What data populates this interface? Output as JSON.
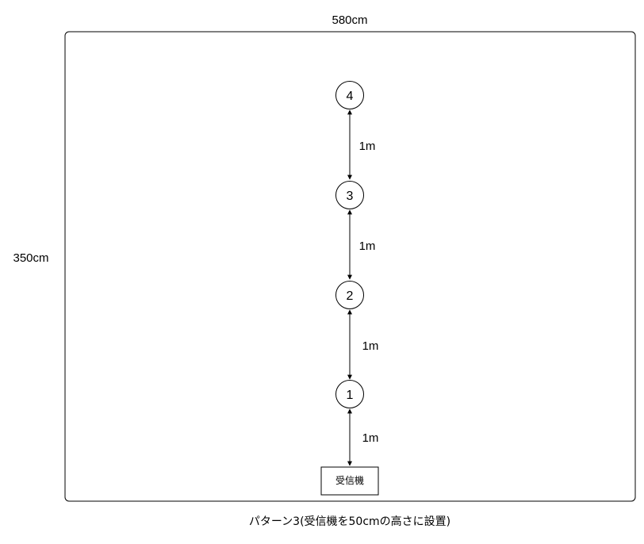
{
  "room": {
    "width_label": "580cm",
    "height_label": "350cm"
  },
  "receiver": {
    "label": "受信機"
  },
  "nodes": [
    {
      "label": "4"
    },
    {
      "label": "3"
    },
    {
      "label": "2"
    },
    {
      "label": "1"
    }
  ],
  "distances": [
    {
      "label": "1m"
    },
    {
      "label": "1m"
    },
    {
      "label": "1m"
    },
    {
      "label": "1m"
    }
  ],
  "caption": "パターン3(受信機を50cmの高さに設置)"
}
